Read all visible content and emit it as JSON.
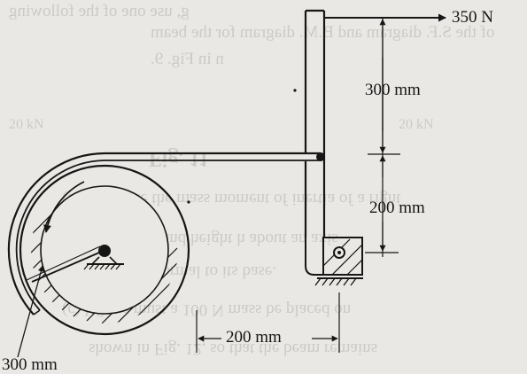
{
  "labels": {
    "force": "350 N",
    "upper_arm": "300 mm",
    "lower_arm": "200 mm",
    "horizontal": "200 mm",
    "radius": "300 mm"
  },
  "bleed_through": {
    "line1": "g, use one of the following",
    "line2": "of the S.F. diagram and B.M. diagram for the beam",
    "line3": "n in Fig. 9.",
    "line4": "20 kN",
    "line5": "20 kN",
    "line6": "Fig. 11",
    "line7": "(b)   Compute the mass moment of inertia of a right",
    "line8": "of radius r and height h about an axis",
    "line9": "apex and normal to its base.",
    "line10": "(c)   Where must a 100 N mass be placed on",
    "line11": "shown in Fig. 12, so that the beam remains"
  }
}
